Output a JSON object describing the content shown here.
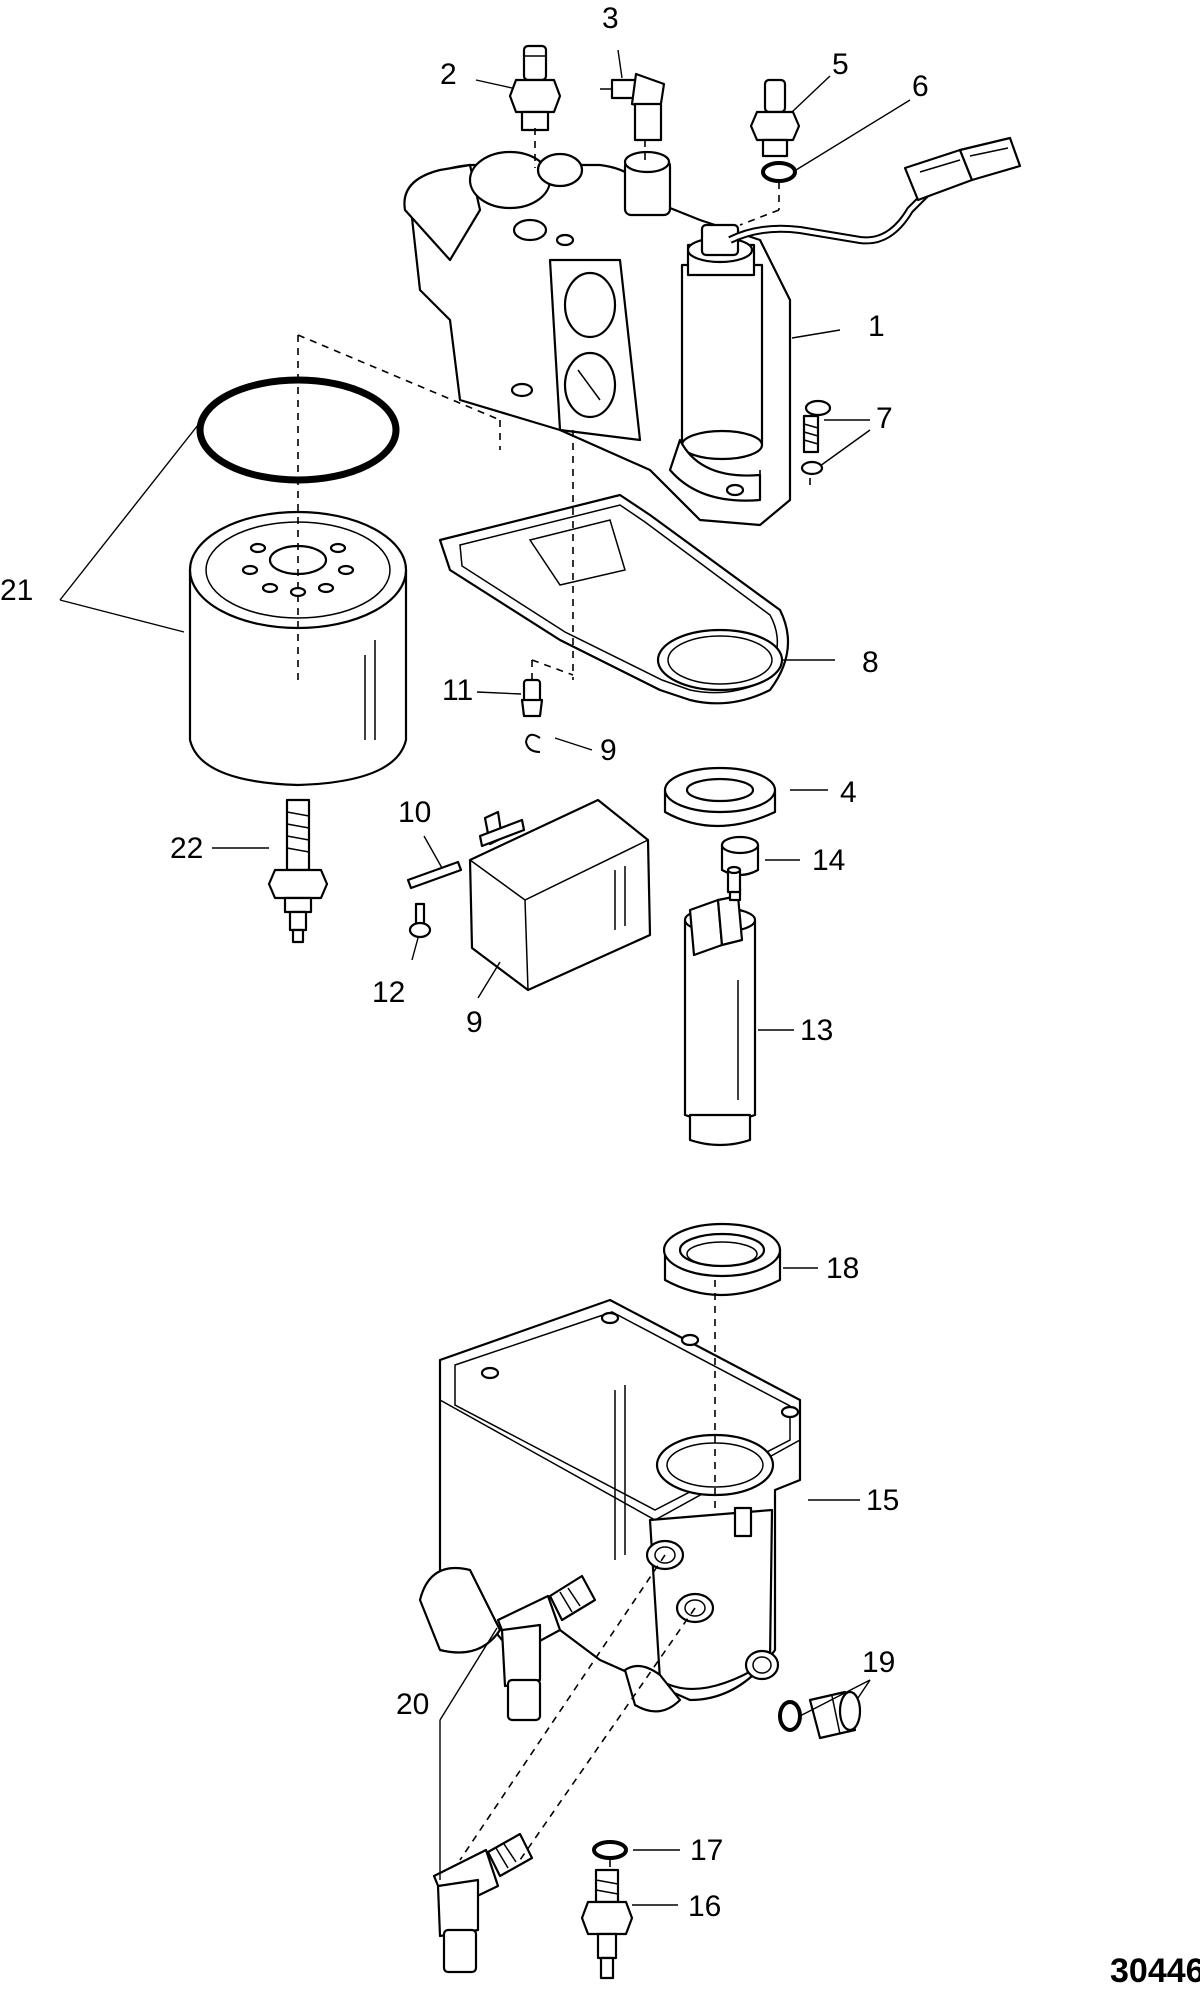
{
  "diagram": {
    "drawing_number": "30446",
    "callouts": [
      "1",
      "2",
      "3",
      "4",
      "5",
      "6",
      "7",
      "8",
      "9",
      "9",
      "10",
      "11",
      "12",
      "13",
      "14",
      "15",
      "16",
      "17",
      "18",
      "19",
      "20",
      "21",
      "22"
    ]
  }
}
